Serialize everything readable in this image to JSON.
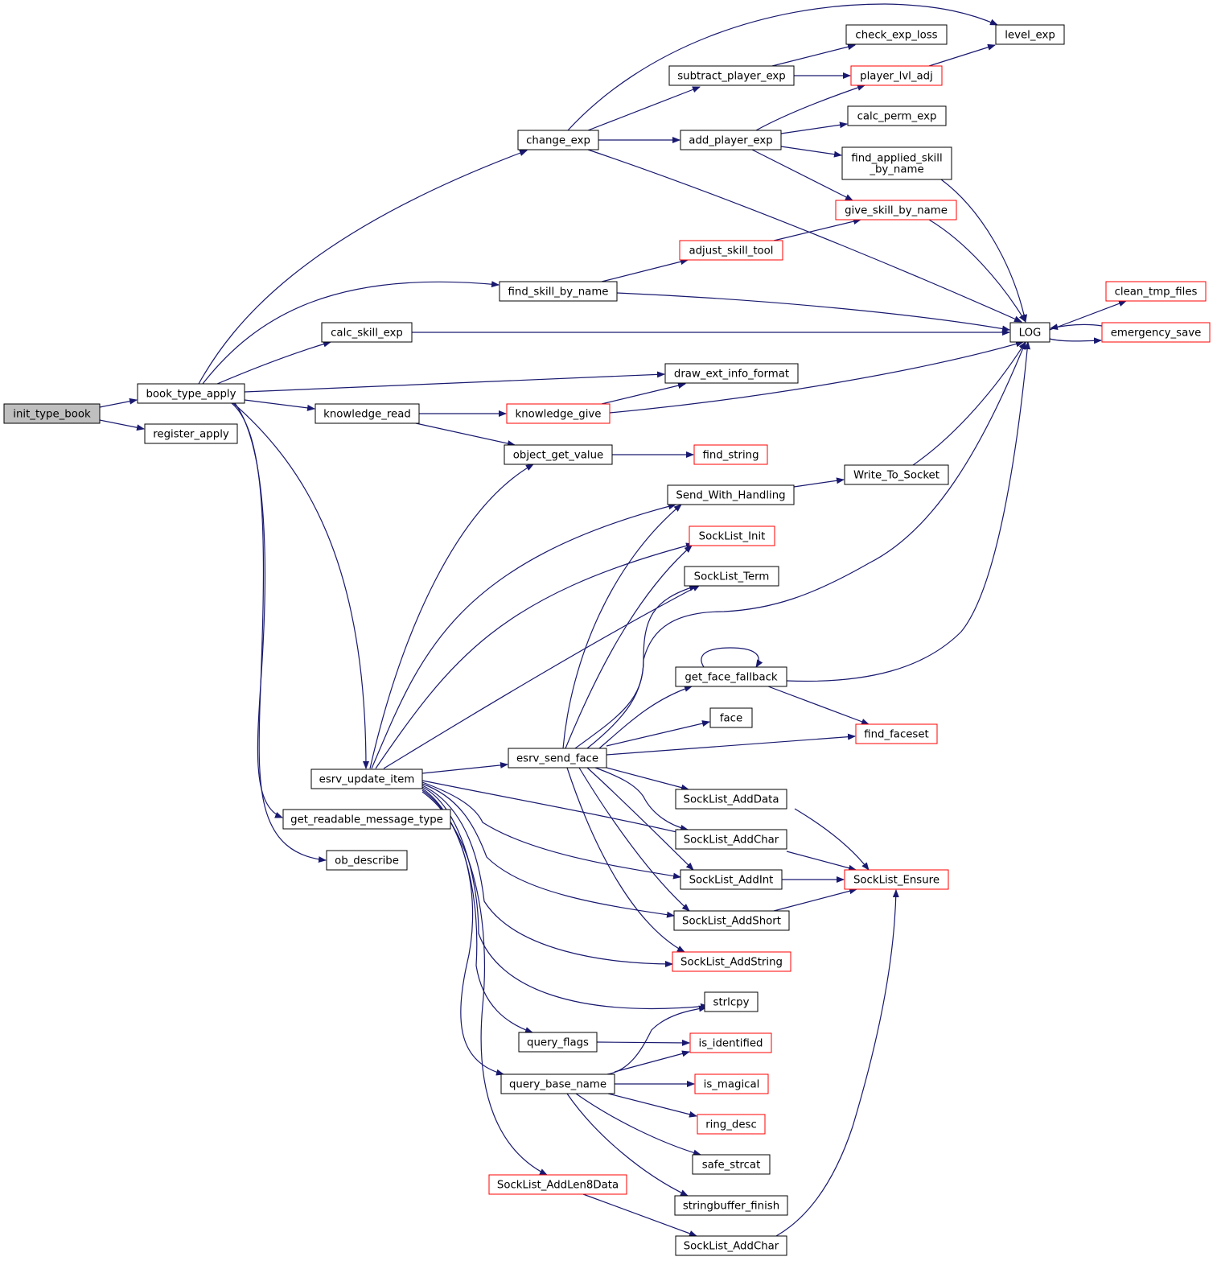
{
  "colors": {
    "edge": "#191970",
    "node_border": "#000000",
    "node_red_border": "#ff0000",
    "root_fill": "#bfbfbf",
    "node_fill": "#ffffff"
  },
  "nodes": [
    {
      "id": "init_type_book",
      "label": "init_type_book",
      "root": true
    },
    {
      "id": "book_type_apply",
      "label": "book_type_apply"
    },
    {
      "id": "register_apply",
      "label": "register_apply"
    },
    {
      "id": "change_exp",
      "label": "change_exp"
    },
    {
      "id": "find_skill_by_name",
      "label": "find_skill_by_name"
    },
    {
      "id": "calc_skill_exp",
      "label": "calc_skill_exp"
    },
    {
      "id": "draw_ext_info_format",
      "label": "draw_ext_info_format"
    },
    {
      "id": "knowledge_read",
      "label": "knowledge_read"
    },
    {
      "id": "esrv_update_item",
      "label": "esrv_update_item"
    },
    {
      "id": "get_readable_message_type",
      "label": "get_readable_message_type"
    },
    {
      "id": "ob_describe",
      "label": "ob_describe"
    },
    {
      "id": "subtract_player_exp",
      "label": "subtract_player_exp"
    },
    {
      "id": "add_player_exp",
      "label": "add_player_exp"
    },
    {
      "id": "level_exp",
      "label": "level_exp"
    },
    {
      "id": "check_exp_loss",
      "label": "check_exp_loss"
    },
    {
      "id": "player_lvl_adj",
      "label": "player_lvl_adj",
      "red": true
    },
    {
      "id": "calc_perm_exp",
      "label": "calc_perm_exp"
    },
    {
      "id": "find_applied_skill_by_name",
      "label": [
        "find_applied_skill",
        "_by_name"
      ]
    },
    {
      "id": "give_skill_by_name",
      "label": "give_skill_by_name",
      "red": true
    },
    {
      "id": "adjust_skill_tool",
      "label": "adjust_skill_tool",
      "red": true
    },
    {
      "id": "LOG",
      "label": "LOG"
    },
    {
      "id": "clean_tmp_files",
      "label": "clean_tmp_files",
      "red": true
    },
    {
      "id": "emergency_save",
      "label": "emergency_save",
      "red": true
    },
    {
      "id": "knowledge_give",
      "label": "knowledge_give",
      "red": true
    },
    {
      "id": "object_get_value",
      "label": "object_get_value"
    },
    {
      "id": "find_string",
      "label": "find_string",
      "red": true
    },
    {
      "id": "Send_With_Handling",
      "label": "Send_With_Handling"
    },
    {
      "id": "Write_To_Socket",
      "label": "Write_To_Socket"
    },
    {
      "id": "SockList_Init",
      "label": "SockList_Init",
      "red": true
    },
    {
      "id": "SockList_Term",
      "label": "SockList_Term"
    },
    {
      "id": "get_face_fallback",
      "label": "get_face_fallback"
    },
    {
      "id": "face",
      "label": "face"
    },
    {
      "id": "find_faceset",
      "label": "find_faceset",
      "red": true
    },
    {
      "id": "esrv_send_face",
      "label": "esrv_send_face"
    },
    {
      "id": "SockList_AddData",
      "label": "SockList_AddData"
    },
    {
      "id": "SockList_AddChar",
      "label": "SockList_AddChar"
    },
    {
      "id": "SockList_AddInt",
      "label": "SockList_AddInt"
    },
    {
      "id": "SockList_Ensure",
      "label": "SockList_Ensure",
      "red": true
    },
    {
      "id": "SockList_AddShort",
      "label": "SockList_AddShort"
    },
    {
      "id": "SockList_AddString",
      "label": "SockList_AddString",
      "red": true
    },
    {
      "id": "strlcpy",
      "label": "strlcpy"
    },
    {
      "id": "query_flags",
      "label": "query_flags"
    },
    {
      "id": "is_identified",
      "label": "is_identified",
      "red": true
    },
    {
      "id": "query_base_name",
      "label": "query_base_name"
    },
    {
      "id": "is_magical",
      "label": "is_magical",
      "red": true
    },
    {
      "id": "ring_desc",
      "label": "ring_desc",
      "red": true
    },
    {
      "id": "safe_strcat",
      "label": "safe_strcat"
    },
    {
      "id": "stringbuffer_finish",
      "label": "stringbuffer_finish"
    },
    {
      "id": "SockList_AddLen8Data",
      "label": "SockList_AddLen8Data",
      "red": true
    },
    {
      "id": "SockList_AddChar_2",
      "label": "SockList_AddChar"
    }
  ],
  "edges": [
    [
      "init_type_book",
      "book_type_apply"
    ],
    [
      "init_type_book",
      "register_apply"
    ],
    [
      "book_type_apply",
      "change_exp"
    ],
    [
      "book_type_apply",
      "find_skill_by_name"
    ],
    [
      "book_type_apply",
      "calc_skill_exp"
    ],
    [
      "book_type_apply",
      "draw_ext_info_format"
    ],
    [
      "book_type_apply",
      "knowledge_read"
    ],
    [
      "book_type_apply",
      "esrv_update_item"
    ],
    [
      "book_type_apply",
      "get_readable_message_type"
    ],
    [
      "book_type_apply",
      "ob_describe"
    ],
    [
      "change_exp",
      "subtract_player_exp"
    ],
    [
      "change_exp",
      "add_player_exp"
    ],
    [
      "change_exp",
      "level_exp"
    ],
    [
      "change_exp",
      "LOG"
    ],
    [
      "subtract_player_exp",
      "check_exp_loss"
    ],
    [
      "subtract_player_exp",
      "player_lvl_adj"
    ],
    [
      "player_lvl_adj",
      "level_exp"
    ],
    [
      "add_player_exp",
      "player_lvl_adj"
    ],
    [
      "add_player_exp",
      "calc_perm_exp"
    ],
    [
      "add_player_exp",
      "find_applied_skill_by_name"
    ],
    [
      "add_player_exp",
      "give_skill_by_name"
    ],
    [
      "find_applied_skill_by_name",
      "LOG"
    ],
    [
      "give_skill_by_name",
      "LOG"
    ],
    [
      "find_skill_by_name",
      "adjust_skill_tool"
    ],
    [
      "find_skill_by_name",
      "LOG"
    ],
    [
      "adjust_skill_tool",
      "give_skill_by_name"
    ],
    [
      "calc_skill_exp",
      "LOG"
    ],
    [
      "LOG",
      "clean_tmp_files"
    ],
    [
      "LOG",
      "emergency_save"
    ],
    [
      "emergency_save",
      "LOG"
    ],
    [
      "knowledge_read",
      "knowledge_give"
    ],
    [
      "knowledge_read",
      "object_get_value"
    ],
    [
      "knowledge_give",
      "draw_ext_info_format"
    ],
    [
      "knowledge_give",
      "LOG"
    ],
    [
      "object_get_value",
      "find_string"
    ],
    [
      "esrv_update_item",
      "object_get_value"
    ],
    [
      "esrv_update_item",
      "Send_With_Handling"
    ],
    [
      "esrv_update_item",
      "SockList_Init"
    ],
    [
      "esrv_update_item",
      "SockList_Term"
    ],
    [
      "esrv_update_item",
      "esrv_send_face"
    ],
    [
      "esrv_update_item",
      "SockList_AddChar"
    ],
    [
      "esrv_update_item",
      "SockList_AddInt"
    ],
    [
      "esrv_update_item",
      "SockList_AddShort"
    ],
    [
      "esrv_update_item",
      "SockList_AddString"
    ],
    [
      "esrv_update_item",
      "strlcpy"
    ],
    [
      "esrv_update_item",
      "query_flags"
    ],
    [
      "esrv_update_item",
      "query_base_name"
    ],
    [
      "esrv_update_item",
      "SockList_AddLen8Data"
    ],
    [
      "Send_With_Handling",
      "Write_To_Socket"
    ],
    [
      "Write_To_Socket",
      "LOG"
    ],
    [
      "esrv_send_face",
      "Send_With_Handling"
    ],
    [
      "esrv_send_face",
      "SockList_Init"
    ],
    [
      "esrv_send_face",
      "SockList_Term"
    ],
    [
      "esrv_send_face",
      "LOG"
    ],
    [
      "esrv_send_face",
      "get_face_fallback"
    ],
    [
      "esrv_send_face",
      "face"
    ],
    [
      "esrv_send_face",
      "find_faceset"
    ],
    [
      "esrv_send_face",
      "SockList_AddData"
    ],
    [
      "esrv_send_face",
      "SockList_AddChar"
    ],
    [
      "esrv_send_face",
      "SockList_AddInt"
    ],
    [
      "esrv_send_face",
      "SockList_AddShort"
    ],
    [
      "esrv_send_face",
      "SockList_AddString"
    ],
    [
      "get_face_fallback",
      "get_face_fallback"
    ],
    [
      "get_face_fallback",
      "LOG"
    ],
    [
      "get_face_fallback",
      "find_faceset"
    ],
    [
      "SockList_AddData",
      "SockList_Ensure"
    ],
    [
      "SockList_AddChar",
      "SockList_Ensure"
    ],
    [
      "SockList_AddInt",
      "SockList_Ensure"
    ],
    [
      "SockList_AddShort",
      "SockList_Ensure"
    ],
    [
      "query_flags",
      "is_identified"
    ],
    [
      "query_base_name",
      "strlcpy"
    ],
    [
      "query_base_name",
      "is_identified"
    ],
    [
      "query_base_name",
      "is_magical"
    ],
    [
      "query_base_name",
      "ring_desc"
    ],
    [
      "query_base_name",
      "safe_strcat"
    ],
    [
      "query_base_name",
      "stringbuffer_finish"
    ],
    [
      "SockList_AddLen8Data",
      "SockList_AddChar_2"
    ],
    [
      "SockList_AddChar_2",
      "SockList_Ensure"
    ]
  ]
}
